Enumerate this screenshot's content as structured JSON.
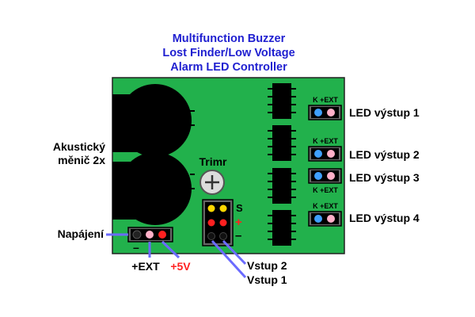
{
  "title": {
    "line1": "Multifunction Buzzer",
    "line2": "Lost Finder/Low Voltage",
    "line3": "Alarm LED Controller"
  },
  "labels": {
    "buzzer_line1": "Akustický",
    "buzzer_line2": "měnič 2x",
    "trimmer": "Trimr",
    "power": "Napájení",
    "ext": "+EXT",
    "v5": "+5V",
    "input2": "Vstup 2",
    "input1": "Vstup 1",
    "pin_s": "S",
    "pin_plus": "+",
    "pin_minus": "–",
    "power_minus": "–"
  },
  "led_outputs": [
    {
      "label": "LED výstup 1",
      "pin_label": "K +EXT"
    },
    {
      "label": "LED výstup 2",
      "pin_label": "K +EXT"
    },
    {
      "label": "LED výstup 3",
      "pin_label": "K +EXT"
    },
    {
      "label": "LED výstup 4",
      "pin_label": "K +EXT"
    }
  ],
  "colors": {
    "title": "#1f1fd0",
    "board": "#22b14c",
    "red_text": "#ff2020",
    "pin_blue": "#3fa0ff",
    "pin_pink": "#ffb0c8",
    "pin_red": "#ff2020",
    "pin_yellow": "#ffd700",
    "wire": "#6b6bff"
  }
}
